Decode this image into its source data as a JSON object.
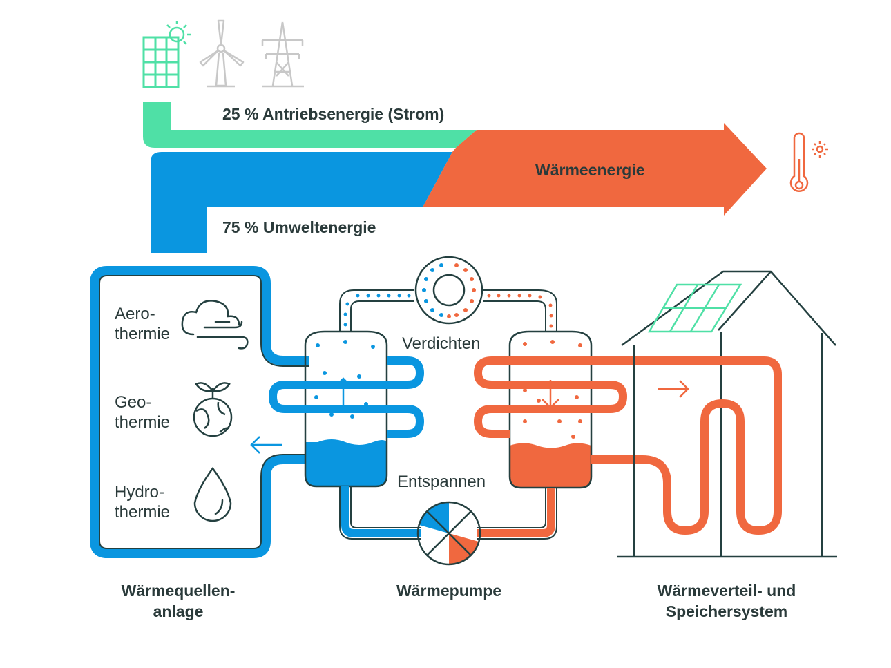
{
  "flows": {
    "electric": "25 % Antriebsenergie (Strom)",
    "heat": "Wärmeenergie",
    "environment": "75 % Umweltenergie"
  },
  "sources": {
    "aero": "Aero-\nthermie",
    "geo": "Geo-\nthermie",
    "hydro": "Hydro-\nthermie"
  },
  "steps": {
    "compress": "Verdichten",
    "expand": "Entspannen"
  },
  "captions": {
    "source_plant": "Wärmequellen-\nanlage",
    "heat_pump": "Wärmepumpe",
    "distribution": "Wärmeverteil- und\nSpeichersystem"
  },
  "colors": {
    "green": "#4FE0A6",
    "blue": "#0A96E0",
    "orange": "#F0683F",
    "dark": "#244040",
    "grey": "#c8c8c8"
  },
  "icons": [
    "solar-panel-icon",
    "sun-icon",
    "wind-turbine-icon",
    "power-pylon-icon",
    "thermometer-icon",
    "cloud-wind-icon",
    "plant-globe-icon",
    "water-drop-icon",
    "compressor-icon",
    "expansion-valve-icon",
    "house-icon",
    "arrow-right-icon",
    "arrow-left-icon",
    "arrow-up-icon",
    "arrow-down-icon"
  ]
}
